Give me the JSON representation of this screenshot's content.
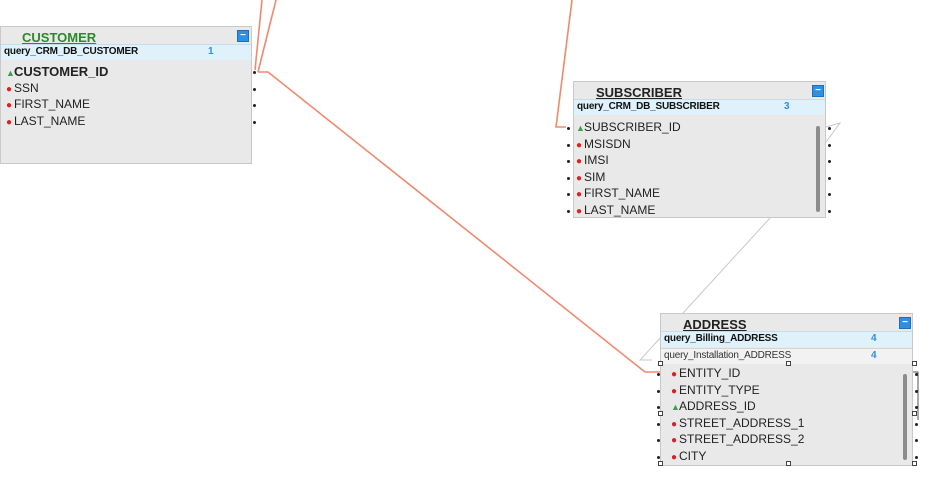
{
  "colors": {
    "link": "#f08a6e",
    "accent": "#2f8fe0",
    "pk_marker": "#3aa14a",
    "req_marker": "#e02020"
  },
  "customer": {
    "title": "CUSTOMER",
    "collapse_label": "−",
    "query": {
      "name": "query_CRM_DB_CUSTOMER",
      "count": "1"
    },
    "fields": [
      {
        "name": "CUSTOMER_ID",
        "marker": "pk"
      },
      {
        "name": "SSN",
        "marker": "required"
      },
      {
        "name": "FIRST_NAME",
        "marker": "required"
      },
      {
        "name": "LAST_NAME",
        "marker": "required"
      }
    ]
  },
  "subscriber": {
    "title": "SUBSCRIBER",
    "collapse_label": "−",
    "query": {
      "name": "query_CRM_DB_SUBSCRIBER",
      "count": "3"
    },
    "fields": [
      {
        "name": "SUBSCRIBER_ID",
        "marker": "pk"
      },
      {
        "name": "MSISDN",
        "marker": "required"
      },
      {
        "name": "IMSI",
        "marker": "required"
      },
      {
        "name": "SIM",
        "marker": "required"
      },
      {
        "name": "FIRST_NAME",
        "marker": "required"
      },
      {
        "name": "LAST_NAME",
        "marker": "required"
      }
    ]
  },
  "address": {
    "title": "ADDRESS",
    "collapse_label": "−",
    "queries": [
      {
        "name": "query_Billing_ADDRESS",
        "count": "4"
      },
      {
        "name": "query_Installation_ADDRESS",
        "count": "4"
      }
    ],
    "fields": [
      {
        "name": "ENTITY_ID",
        "marker": "required"
      },
      {
        "name": "ENTITY_TYPE",
        "marker": "required"
      },
      {
        "name": "ADDRESS_ID",
        "marker": "pk"
      },
      {
        "name": "STREET_ADDRESS_1",
        "marker": "required"
      },
      {
        "name": "STREET_ADDRESS_2",
        "marker": "required"
      },
      {
        "name": "CITY",
        "marker": "required"
      }
    ]
  },
  "markers": {
    "pk": "▲",
    "required": "●"
  }
}
